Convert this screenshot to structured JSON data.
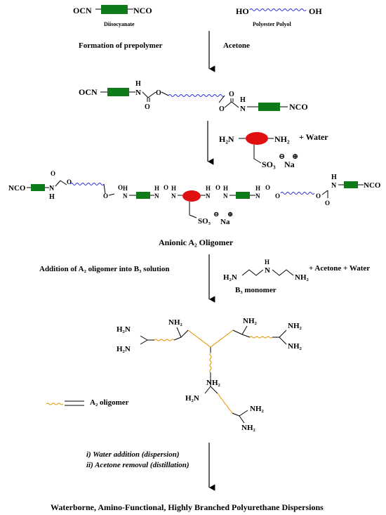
{
  "colors": {
    "hard_segment": "#0e7a1a",
    "diamine_core": "#e01010",
    "polyol_chain": "#2a2ad6",
    "a2_oligomer_chain": "#e6a01e"
  },
  "reactants": {
    "diisocyanate_ends": [
      "OCN",
      "NCO"
    ],
    "diisocyanate_label": "Diisocyanate",
    "polyol_ends": [
      "HO",
      "OH"
    ],
    "polyol_label": "Polyester Polyol"
  },
  "step1": {
    "left": "Formation of prepolymer",
    "right": "Acetone"
  },
  "prepolymer": {
    "left_end": "OCN",
    "right_end": "NCO",
    "nh": "N",
    "h": "H",
    "o": "O"
  },
  "step2": {
    "nh2_left": "H₂N",
    "nh2_right": "NH₂",
    "plus_water": "+ Water",
    "so3": "SO₃",
    "minus": "⊖",
    "na": "Na",
    "plus": "⊕"
  },
  "oligomer": {
    "left_end": "NCO",
    "right_end": "NCO",
    "label": "Anionic A₂ Oligomer"
  },
  "step3": {
    "left": "Addition of A₂ oligomer into B₃ solution",
    "monomer_label": "B₃ monomer",
    "plus_acetone_water": "+ Acetone + Water",
    "amines": [
      "H₂N",
      "N",
      "H",
      "NH₂"
    ]
  },
  "branched": {
    "nh2": "NH₂",
    "h2n": "H₂N"
  },
  "legend": {
    "label": "A₂ oligomer"
  },
  "step4": {
    "line1": "i) Water addition (dispersion)",
    "line2": "ii) Acetone removal (distillation)"
  },
  "product": {
    "title": "Waterborne, Amino-Functional, Highly Branched Polyurethane Dispersions"
  }
}
